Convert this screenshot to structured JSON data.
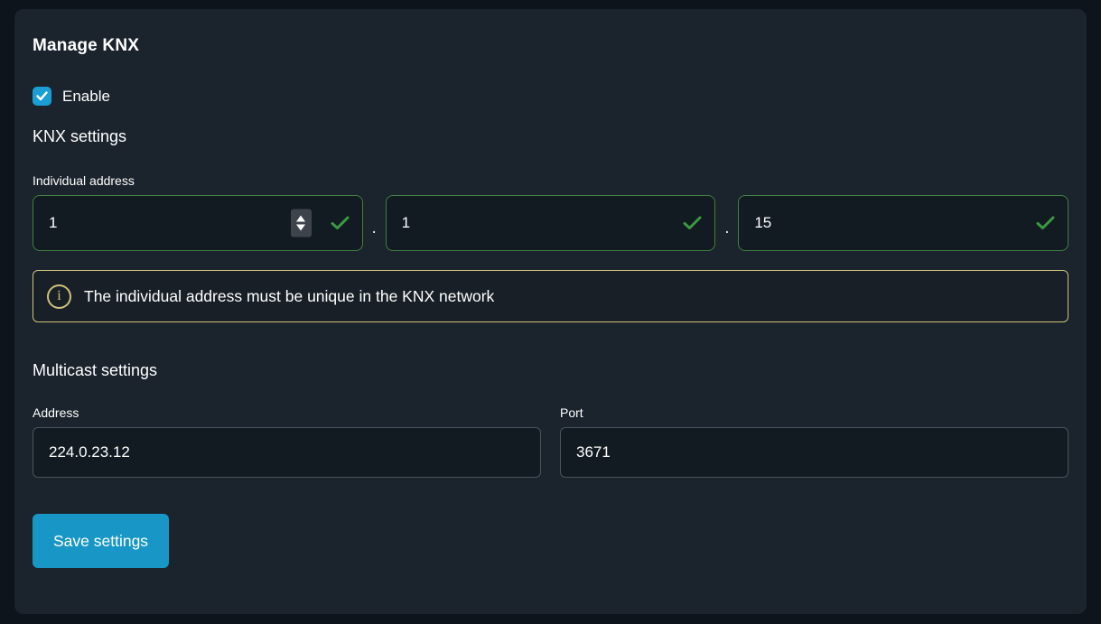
{
  "header": {
    "title": "Manage KNX"
  },
  "enable": {
    "label": "Enable",
    "checked": true
  },
  "knx_settings": {
    "heading": "KNX settings",
    "individual_address": {
      "label": "Individual address",
      "separator": ".",
      "parts": [
        "1",
        "1",
        "15"
      ]
    },
    "notice": "The individual address must be unique in the KNX network"
  },
  "multicast": {
    "heading": "Multicast settings",
    "address": {
      "label": "Address",
      "value": "224.0.23.12"
    },
    "port": {
      "label": "Port",
      "value": "3671"
    }
  },
  "actions": {
    "save_label": "Save settings"
  },
  "icons": {
    "checkbox_check": "checkmark-icon",
    "valid": "valid-check-icon",
    "stepper": "number-stepper",
    "info": "info-circle-icon"
  },
  "colors": {
    "page_background": "#0e141b",
    "panel_background": "#1b232c",
    "input_background": "#121a22",
    "accent_blue": "#1a9ed3",
    "button_blue": "#1897c6",
    "valid_border_green": "#3f8044",
    "valid_check_green": "#3a9a40",
    "warning_yellow": "#cfc17c",
    "input_border_gray": "#49525c"
  }
}
